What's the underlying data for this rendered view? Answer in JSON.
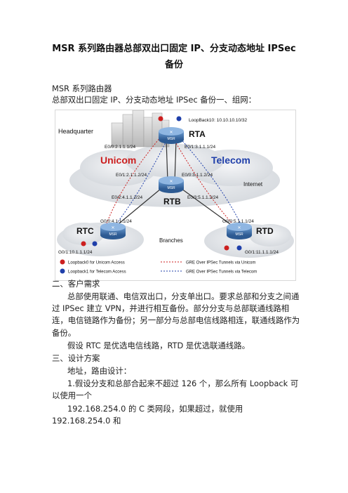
{
  "title": "MSR 系列路由器总部双出口固定 IP、分支动态地址 IPSec 备份",
  "intro_line1": "MSR 系列路由器",
  "intro_line2": "总部双出口固定 IP、分支动态地址 IPSec 备份一、组网：",
  "diagram": {
    "headquarter": "Headquarter",
    "internet": "Internet",
    "branches": "Branches",
    "unicom": "Unicom",
    "telecom": "Telecom",
    "rta": "RTA",
    "rtb": "RTB",
    "rtc": "RTC",
    "rtd": "RTD",
    "msr": "MSR",
    "loopback10": "LoopBack10: 10.10.10.10/32",
    "if_rta_e002": "E0/0:2.1.1.1/24",
    "if_rta_e013": "E0/1:3.1.1.1/24",
    "if_rtb_e012": "E0/1:2.1.1.2/24",
    "if_rtb_e003": "E0/0:3.1.1.2/24",
    "if_rtb_e024": "E0/2:4.1.1.2/24",
    "if_rtb_e035": "E0/3:5.1.1.2/24",
    "if_rtc_g004": "G0/0:4.1.1.1/24",
    "if_rtc_g0110": "G0/1:10.1.1.1/24",
    "if_rtd_g005": "G0/0:5.1.1.1/24",
    "if_rtd_g0111": "G0/1:11.1.1.1/24",
    "legend": {
      "loopback0": "Loopback0 for Unicom Access",
      "loopback1": "Loopback1 for Telecom Access",
      "gre_unicom": "GRE Over IPSec Tunnels via Unicom",
      "gre_telecom": "GRE Over IPSec Tunnels via Telecom"
    },
    "colors": {
      "unicom": "#cc1f1f",
      "telecom": "#1f3faa",
      "router": "#3b6ea8",
      "cloud": "#e9ecef"
    }
  },
  "section2_heading": "二、客户需求",
  "section2_para": "总部使用联通、电信双出口，分支单出口。要求总部和分支之间通过 IPSec 建立 VPN，并进行相互备份。部分分支与总部联通线路相连，电信链路作为备份；另一部分与总部电信线路相连，联通线路作为备份。",
  "section2_assume": "假设 RTC 是优选电信线路，RTD 是优选联通线路。",
  "section3_heading": "三、设计方案",
  "section3_line1": "地址，路由设计：",
  "section3_point1": "1.假设分支和总部合起来不超过 126 个，那么所有 Loopback 可以使用一个",
  "section3_line_last": "192.168.254.0 的 C 类网段，如果超过，就使用 192.168.254.0 和"
}
